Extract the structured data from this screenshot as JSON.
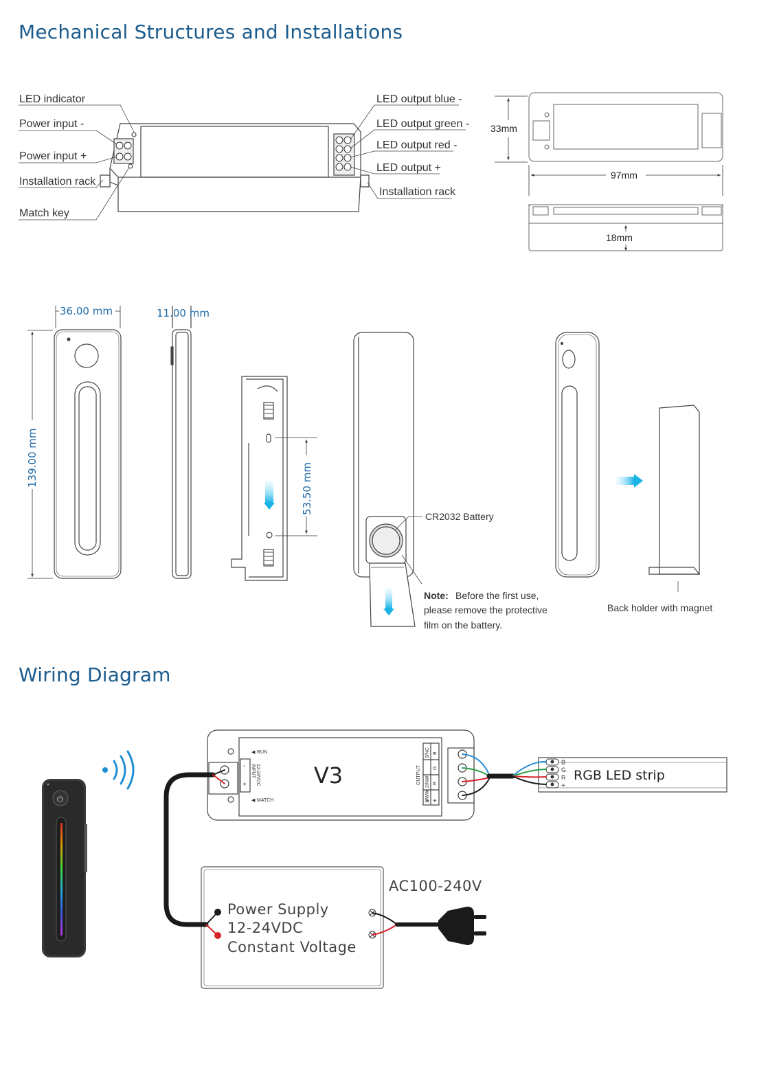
{
  "sections": {
    "mechanical_title": "Mechanical Structures and Installations",
    "wiring_title": "Wiring Diagram"
  },
  "controller_labels": {
    "led_indicator": "LED indicator",
    "power_input_minus": "Power input -",
    "power_input_plus": "Power input +",
    "installation_rack_left": "Installation rack",
    "match_key": "Match key",
    "led_output_blue": "LED output blue -",
    "led_output_green": "LED output green -",
    "led_output_red": "LED output red -",
    "led_output_plus": "LED output +",
    "installation_rack_right": "Installation rack"
  },
  "controller_dimensions": {
    "height": "33mm",
    "length": "97mm",
    "thickness": "18mm"
  },
  "remote_dimensions": {
    "width": "36.00 mm",
    "depth": "11.00 mm",
    "height": "139.00 mm",
    "hole_spacing": "53.50 mm"
  },
  "battery": {
    "label": "CR2032 Battery",
    "note_bold": "Note:",
    "note_line1": "Before the first use,",
    "note_line2": "please remove the protective",
    "note_line3": "film on the battery."
  },
  "holder": {
    "label": "Back holder with magnet"
  },
  "wiring": {
    "device_name": "V3",
    "run": "RUN",
    "match": "MATCH",
    "input_label": "INPUT",
    "input_voltage": "12-24VDC",
    "input_minus": "-",
    "input_plus": "+",
    "output_label": "OUTPUT",
    "out_1": "1/WW",
    "out_2": "2/NW",
    "out_3": "3/NC",
    "out_b": "B",
    "out_g": "G",
    "out_r": "R",
    "out_plus": "+",
    "strip_label": "RGB LED strip",
    "strip_b": "B",
    "strip_g": "G",
    "strip_r": "R",
    "strip_plus": "+",
    "psu_line1": "Power Supply",
    "psu_line2": "12-24VDC",
    "psu_line3": "Constant Voltage",
    "ac_label": "AC100-240V"
  },
  "colors": {
    "heading": "#1b5c8e",
    "dimension": "#1f6aa8",
    "wire_red": "#d8232a",
    "wire_green": "#2e9e48",
    "wire_blue": "#2a8fd6",
    "wire_black": "#1a1a1a"
  }
}
